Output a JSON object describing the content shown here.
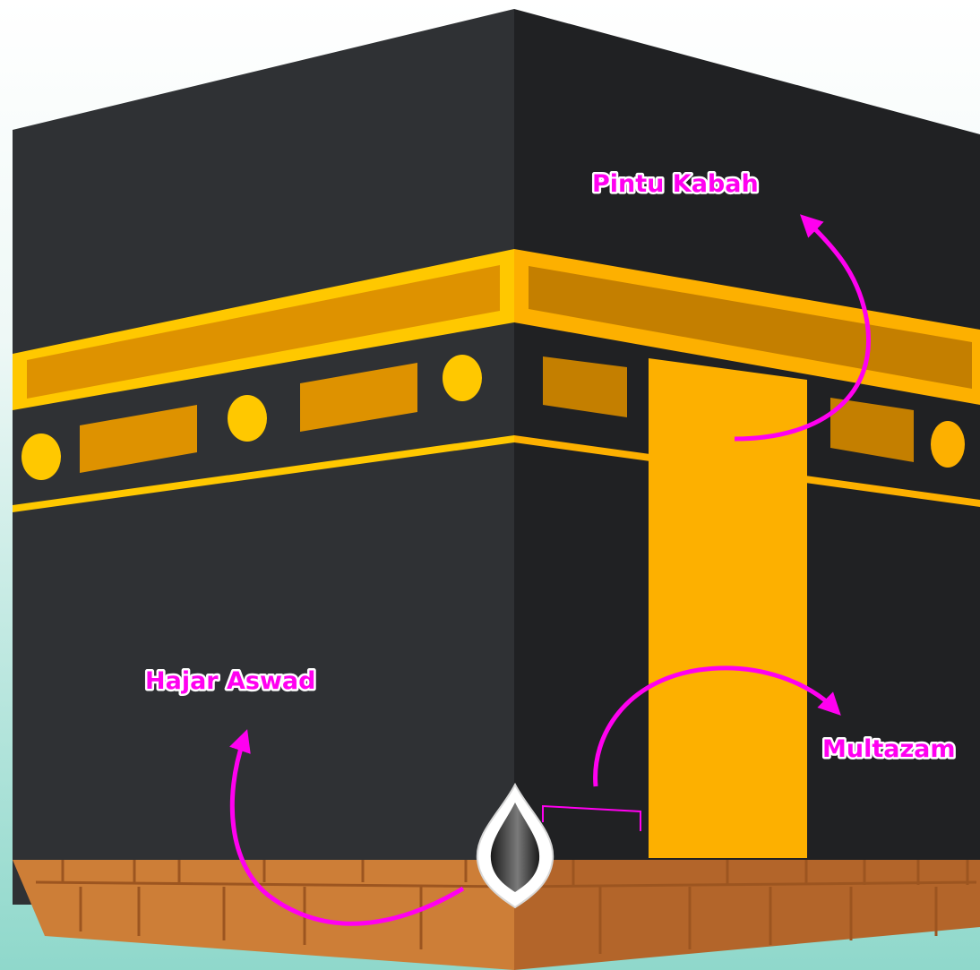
{
  "labels": {
    "pintu_kabah": "Pintu Kabah",
    "hajar_aswad": "Hajar Aswad",
    "multazam": "Multazam"
  },
  "colors": {
    "cloth_left": "#2f3134",
    "cloth_right": "#202123",
    "gold": "#fdb000",
    "gold_dark": "#c47f00",
    "gold_light": "#ffc800",
    "base_left": "#cd7e37",
    "base_right": "#b3652a",
    "arrow": "#ff00f0",
    "background_mint": "#9fdcd0"
  }
}
